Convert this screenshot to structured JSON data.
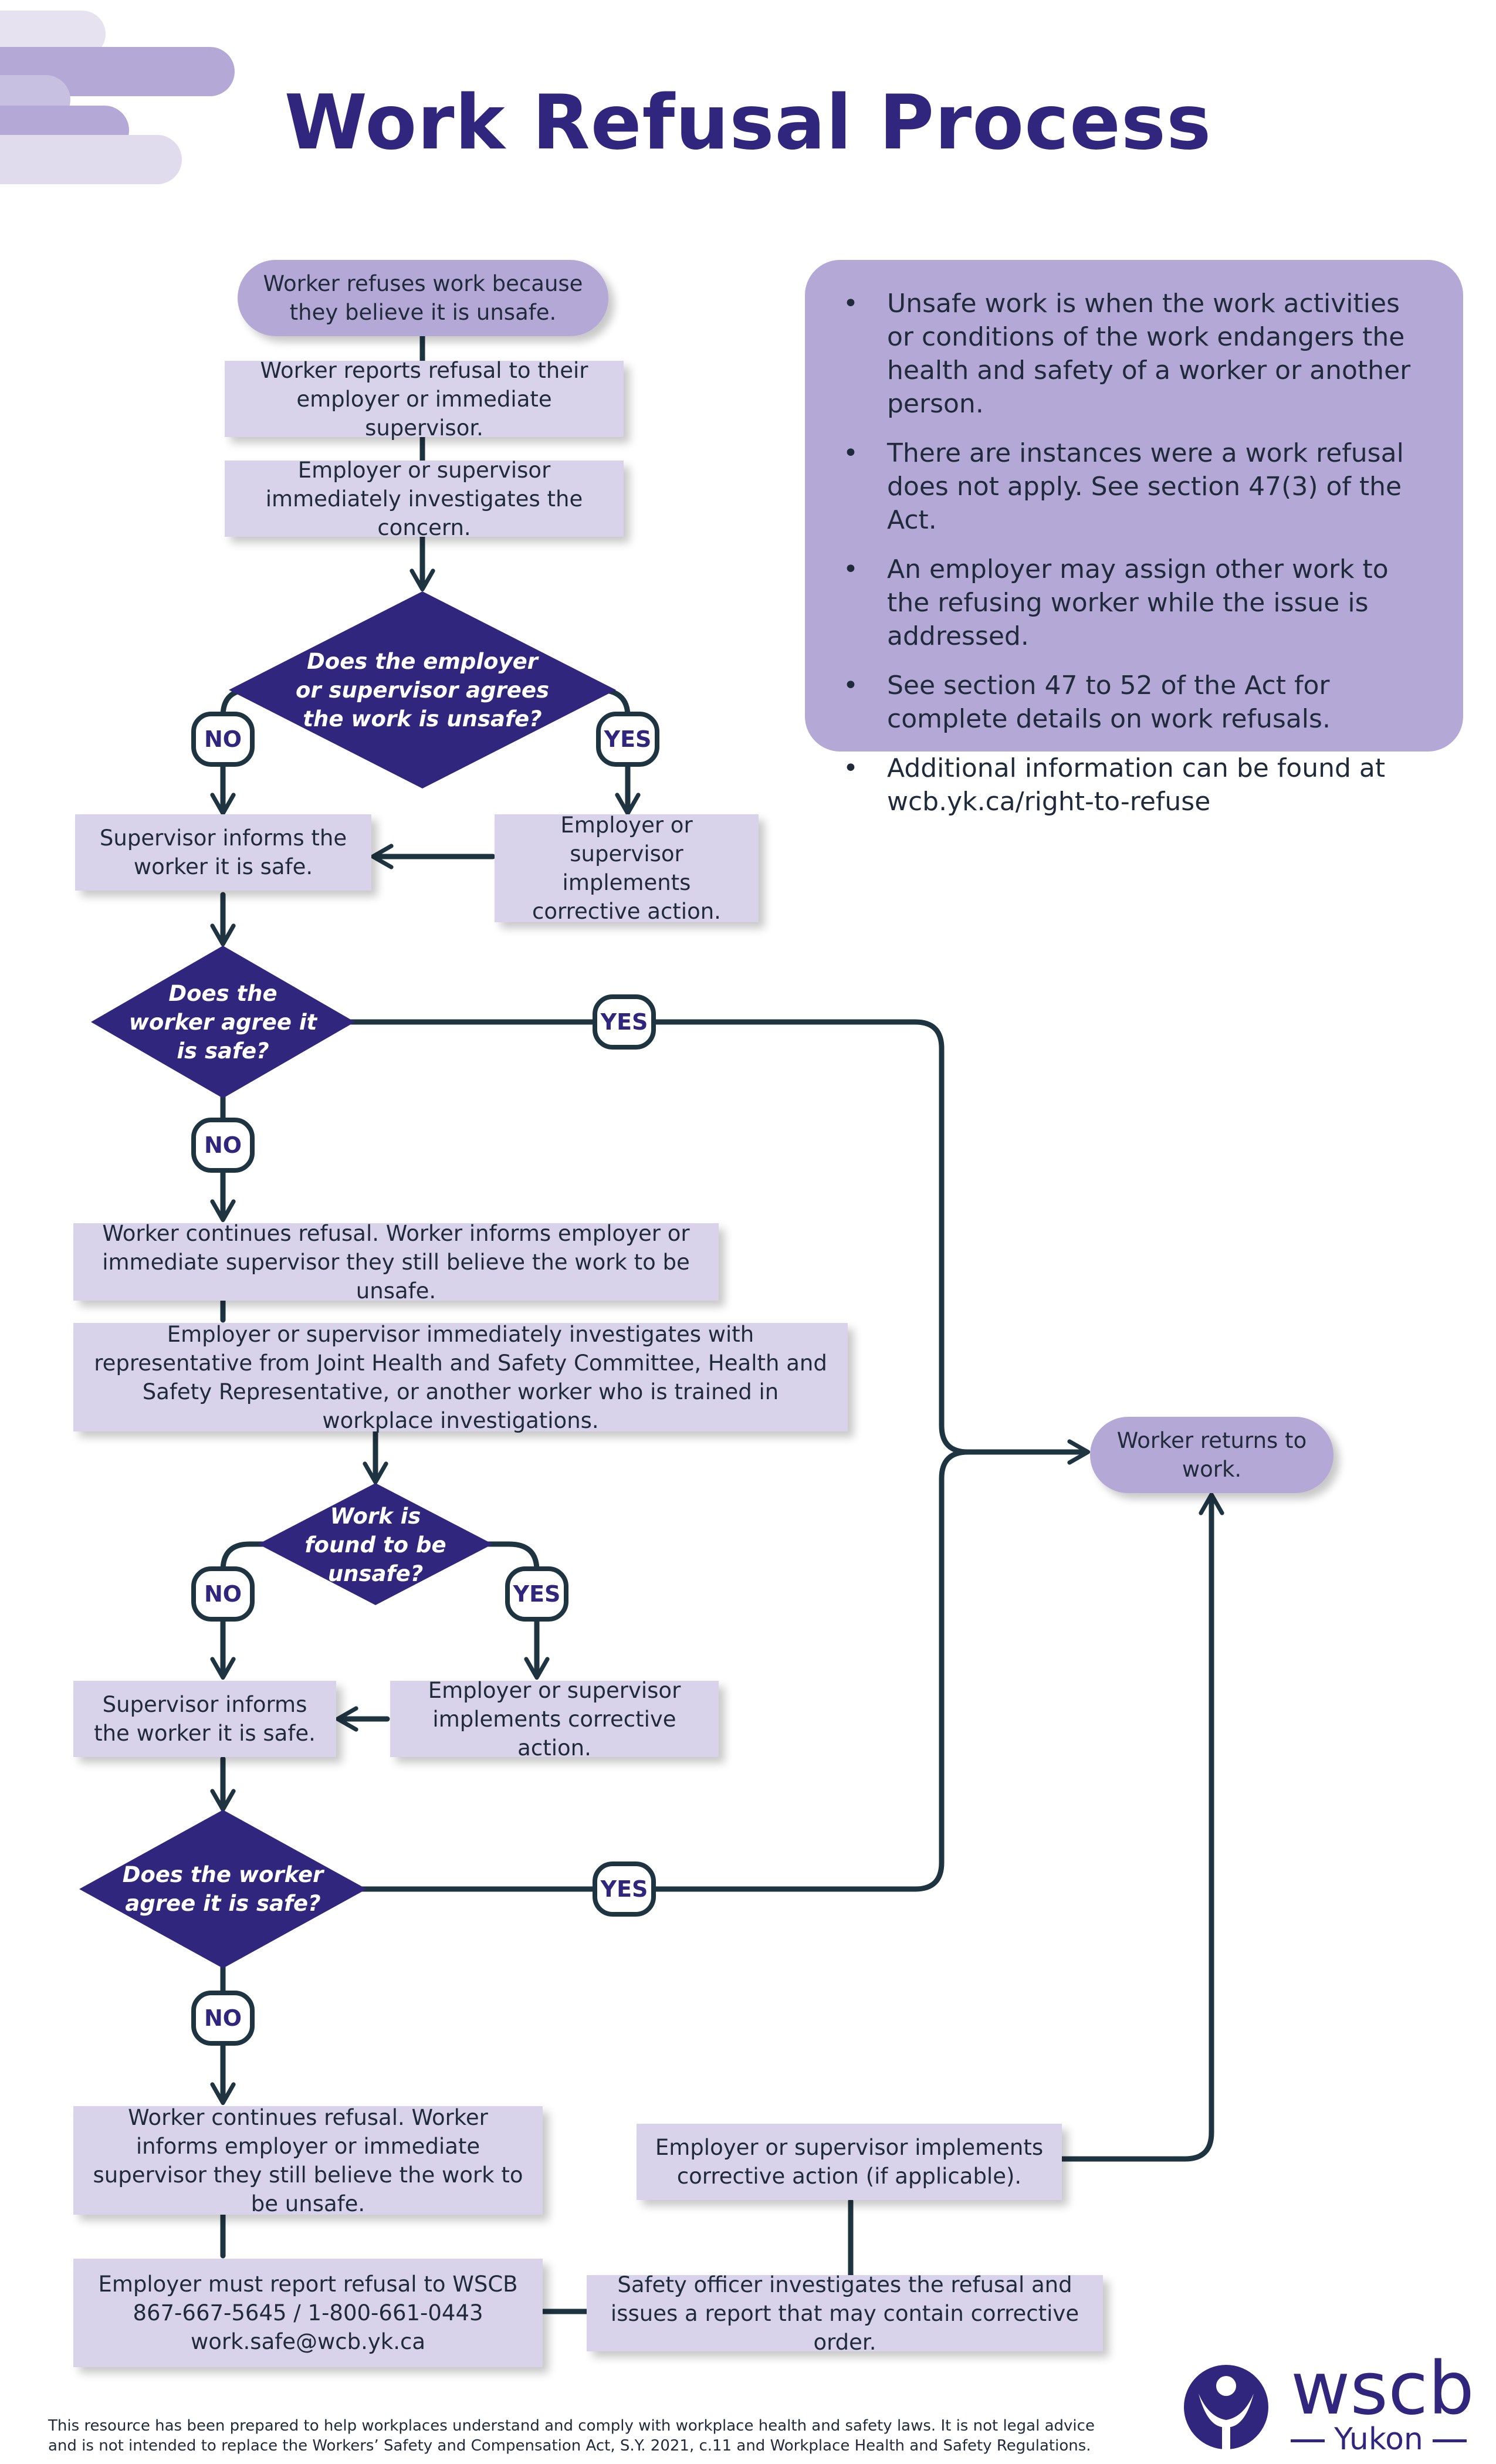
{
  "title": "Work Refusal Process",
  "colors": {
    "title": "#30267e",
    "box": "#d8d2ea",
    "pill": "#b4a8d7",
    "diamond": "#30267e",
    "connector": "#1e3440",
    "badge_text": "#30267e"
  },
  "flow": {
    "start": "Worker refuses work because they believe it is unsafe.",
    "report": "Worker reports refusal to their employer or immediate supervisor.",
    "investigate": "Employer or supervisor immediately investigates the concern.",
    "decision_1": "Does the employer or supervisor agrees the work is unsafe?",
    "informs_1": "Supervisor informs the worker it is safe.",
    "corrective_1": "Employer or supervisor implements corrective action.",
    "decision_2": "Does the worker agree it is safe?",
    "continues_1": "Worker continues refusal. Worker informs employer or immediate supervisor they still believe the work to be unsafe.",
    "investigate_rep": "Employer or supervisor immediately investigates with representative from Joint Health and Safety Committee, Health and Safety Representative, or another worker who is trained in workplace investigations.",
    "decision_3": "Work is found to be unsafe?",
    "informs_2": "Supervisor informs the worker it is safe.",
    "corrective_2": "Employer or supervisor implements corrective action.",
    "decision_4": "Does the worker agree it is safe?",
    "continues_2": "Worker continues refusal. Worker informs employer or immediate supervisor they still believe the work to be unsafe.",
    "report_wscb_title": "Employer must report refusal to WSCB",
    "report_wscb_phone": "867-667-5645 / 1-800-661-0443",
    "report_wscb_email": "work.safe@wcb.yk.ca",
    "safety_officer": "Safety officer investigates the refusal and issues a report that may contain corrective order.",
    "corrective_final": "Employer or supervisor implements corrective action (if applicable).",
    "returns": "Worker returns to work."
  },
  "badges": {
    "no": "NO",
    "yes": "YES"
  },
  "info": [
    "Unsafe work is when the work activities or conditions of the work endangers the health and safety of a worker or another person.",
    "There are instances were a work refusal does not apply. See section 47(3) of the Act.",
    "An employer may assign other work to the refusing worker while the issue is addressed.",
    "See section 47 to 52 of the Act for complete details on work refusals.",
    "Additional information can be found at wcb.yk.ca/right-to-refuse"
  ],
  "footer": "This resource has been prepared to help workplaces understand and comply with workplace health and safety laws. It is not legal advice and is not intended to replace the Workers’ Safety and Compensation Act, S.Y. 2021, c.11 and Workplace Health and Safety Regulations.",
  "logo": {
    "name": "wscb",
    "sub": "Yukon"
  }
}
